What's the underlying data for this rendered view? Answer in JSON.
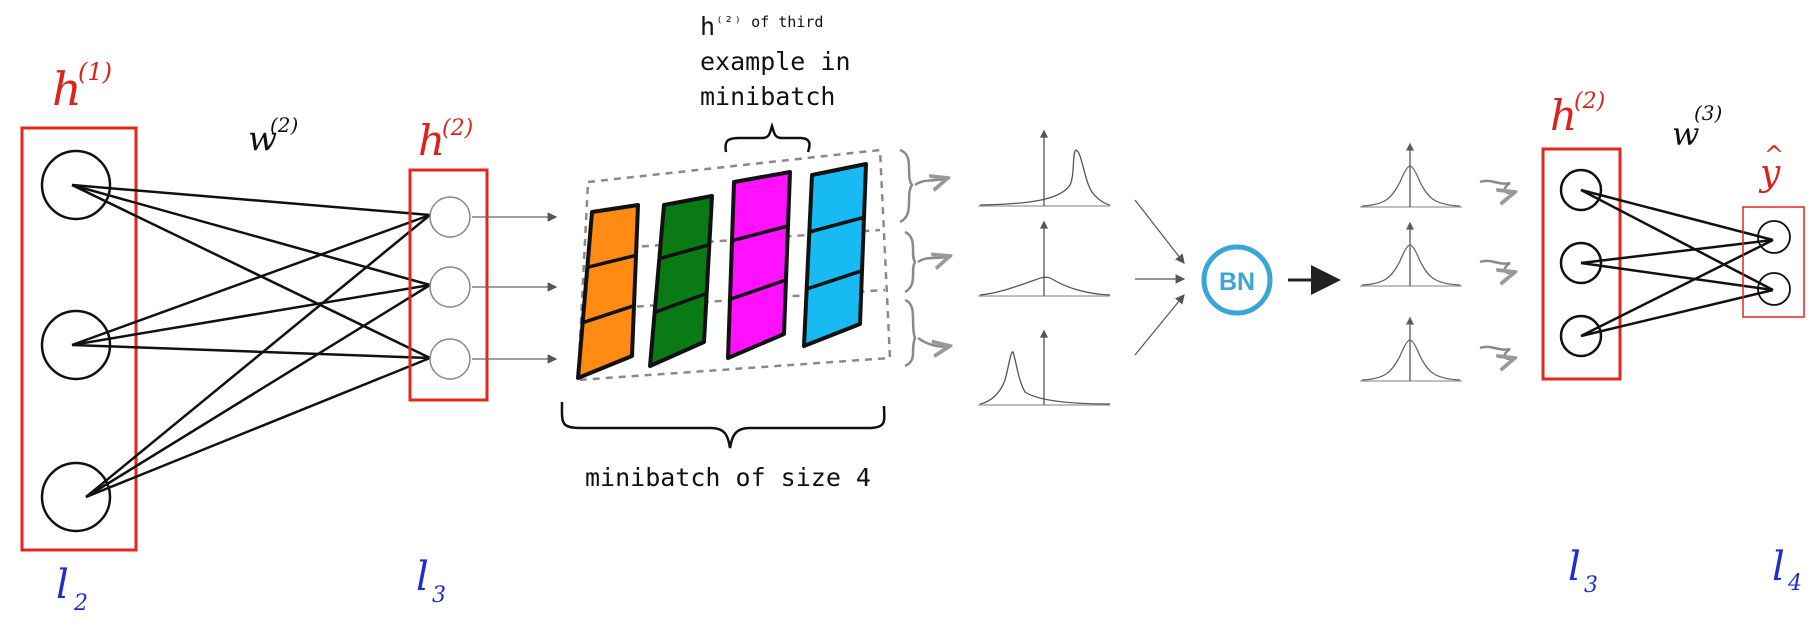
{
  "layers": {
    "left": {
      "activation_label": "h",
      "activation_sup": "(1)",
      "layer_label": "l",
      "layer_sub": "2",
      "neuron_count": 3
    },
    "weights_left": {
      "label": "w",
      "sup": "(2)"
    },
    "middle": {
      "activation_label": "h",
      "activation_sup": "(2)",
      "layer_label": "l",
      "layer_sub": "3",
      "neuron_count": 3
    },
    "right_hidden": {
      "activation_label": "h",
      "activation_sup": "(2)",
      "layer_label": "l",
      "layer_sub": "3",
      "neuron_count": 3
    },
    "weights_right": {
      "label": "w",
      "sup": "(3)"
    },
    "output": {
      "activation_label": "y",
      "hat": "^",
      "layer_label": "l",
      "layer_sub": "4",
      "neuron_count": 2
    }
  },
  "minibatch": {
    "top_label_lines": [
      "h",
      "⁽²⁾ of third",
      "example in",
      "minibatch"
    ],
    "bottom_label": "minibatch of size 4",
    "examples": [
      {
        "color": "#ff8a14"
      },
      {
        "color": "#0a7a14"
      },
      {
        "color": "#ff11ff"
      },
      {
        "color": "#17baf2"
      }
    ]
  },
  "distributions": {
    "before": [
      "skewed-right-peak",
      "wide-low",
      "skewed-left-peak"
    ],
    "after": [
      "normal",
      "normal",
      "normal"
    ]
  },
  "batch_norm": {
    "label": "BN",
    "color": "#3aa6d6"
  },
  "colors": {
    "highlight_box": "#e8241c",
    "layer_label": "#1d2fd0"
  }
}
